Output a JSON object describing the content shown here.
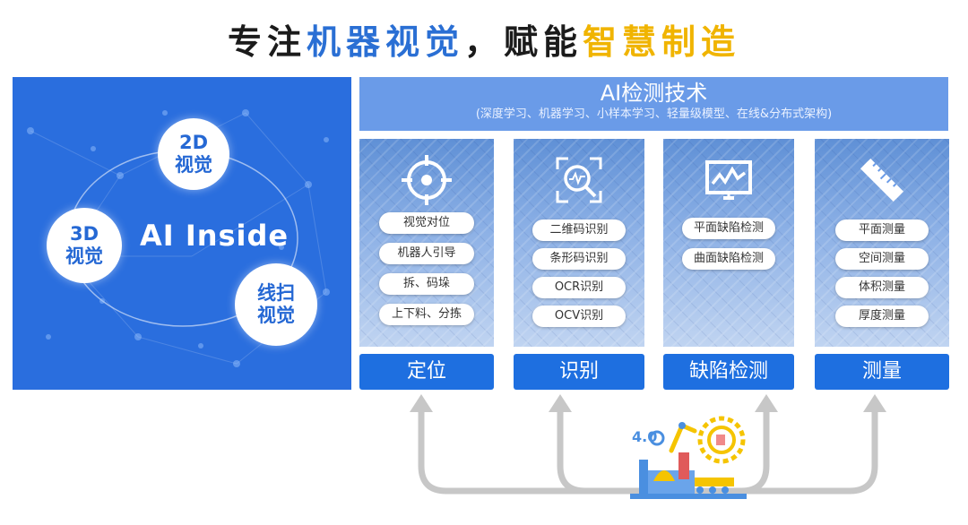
{
  "headline": {
    "part1": "专注",
    "part2": "机器视觉",
    "part3": "，赋能",
    "part4": "智慧制造"
  },
  "left_panel": {
    "center_label": "AI  Inside",
    "bubble_2d": [
      "2D",
      "视觉"
    ],
    "bubble_3d": [
      "3D",
      "视觉"
    ],
    "bubble_line": [
      "线扫",
      "视觉"
    ]
  },
  "tech": {
    "title": "AI检测技术",
    "subtitle": "(深度学习、机器学习、小样本学习、轻量级模型、在线&分布式架构)"
  },
  "columns": [
    {
      "icon": "target-crosshair-icon",
      "items": [
        "视觉对位",
        "机器人引导",
        "拆、码垛",
        "上下料、分拣"
      ],
      "category": "定位"
    },
    {
      "icon": "magnifier-scan-icon",
      "items": [
        "二维码识别",
        "条形码识别",
        "OCR识别",
        "OCV识别"
      ],
      "category": "识别"
    },
    {
      "icon": "monitor-chart-icon",
      "items": [
        "平面缺陷检测",
        "曲面缺陷检测"
      ],
      "category": "缺陷检测"
    },
    {
      "icon": "ruler-measure-icon",
      "items": [
        "平面测量",
        "空间测量",
        "体积测量",
        "厚度测量"
      ],
      "category": "测量"
    }
  ],
  "factory": {
    "label": "4.0"
  },
  "colors": {
    "blue": "#2a6fd4",
    "gold": "#f0b400",
    "panel": "#2a6ede",
    "button": "#1e6fe0",
    "arrow": "#c7c7c7"
  }
}
